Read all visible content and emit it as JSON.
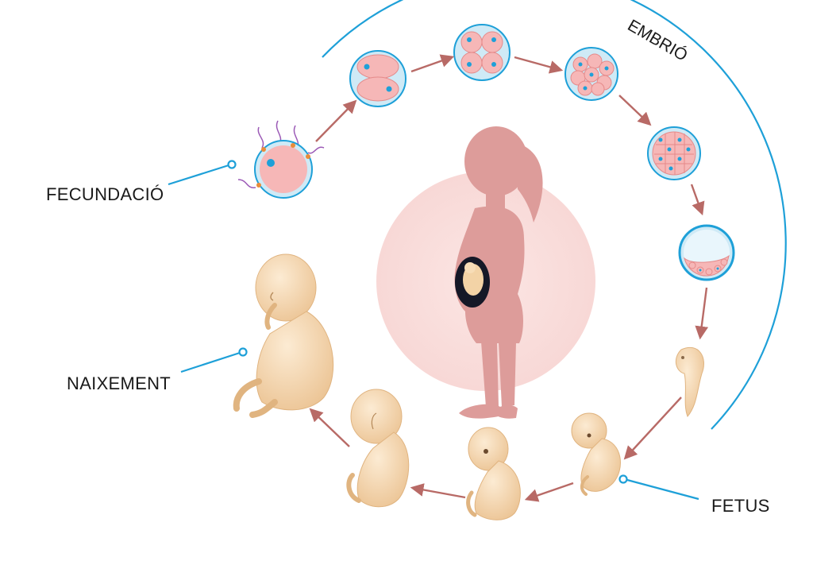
{
  "labels": {
    "fecundacio": "FECUNDACIÓ",
    "embrio": "EMBRIÓ",
    "naixement": "NAIXEMENT",
    "fetus": "FETUS"
  },
  "colors": {
    "arc_blue": "#1ea0d8",
    "arrow": "#b86a66",
    "silhouette": "#dd9c9a",
    "halo": "#fbe3e1",
    "cell_fill": "#f6b7b7",
    "cell_rim": "#cfeaf6",
    "nucleus": "#1ea0d8",
    "fetus_skin": "#f6dcb8",
    "fetus_shade": "#e8bf8c"
  }
}
